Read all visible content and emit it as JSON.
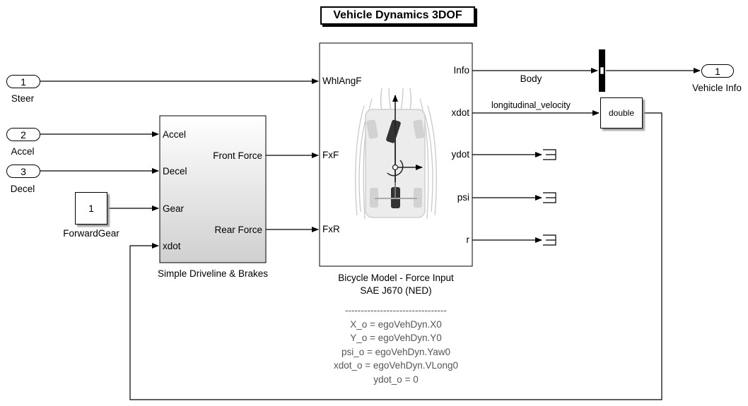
{
  "title": "Vehicle Dynamics 3DOF",
  "inports": [
    {
      "number": "1",
      "name": "Steer"
    },
    {
      "number": "2",
      "name": "Accel"
    },
    {
      "number": "3",
      "name": "Decel"
    }
  ],
  "outport": {
    "number": "1",
    "name": "Vehicle Info"
  },
  "constant": {
    "value": "1",
    "name": "ForwardGear"
  },
  "driveline": {
    "name": "Simple Driveline & Brakes",
    "inputs": [
      "Accel",
      "Decel",
      "Gear",
      "xdot"
    ],
    "outputs": [
      "Front Force",
      "Rear Force"
    ]
  },
  "bicycle": {
    "name_line1": "Bicycle Model - Force Input",
    "name_line2": "SAE J670 (NED)",
    "inputs": [
      "WhlAngF",
      "FxF",
      "FxR"
    ],
    "outputs": [
      "Info",
      "xdot",
      "ydot",
      "psi",
      "r"
    ],
    "params": {
      "separator": "--------------------------------",
      "lines": [
        "X_o = egoVehDyn.X0",
        "Y_o = egoVehDyn.Y0",
        "psi_o = egoVehDyn.Yaw0",
        "xdot_o = egoVehDyn.VLong0",
        "ydot_o = 0"
      ]
    }
  },
  "signals": {
    "body": "Body",
    "longitudinal": "longitudinal_velocity"
  },
  "convert_block": {
    "label": "double"
  }
}
